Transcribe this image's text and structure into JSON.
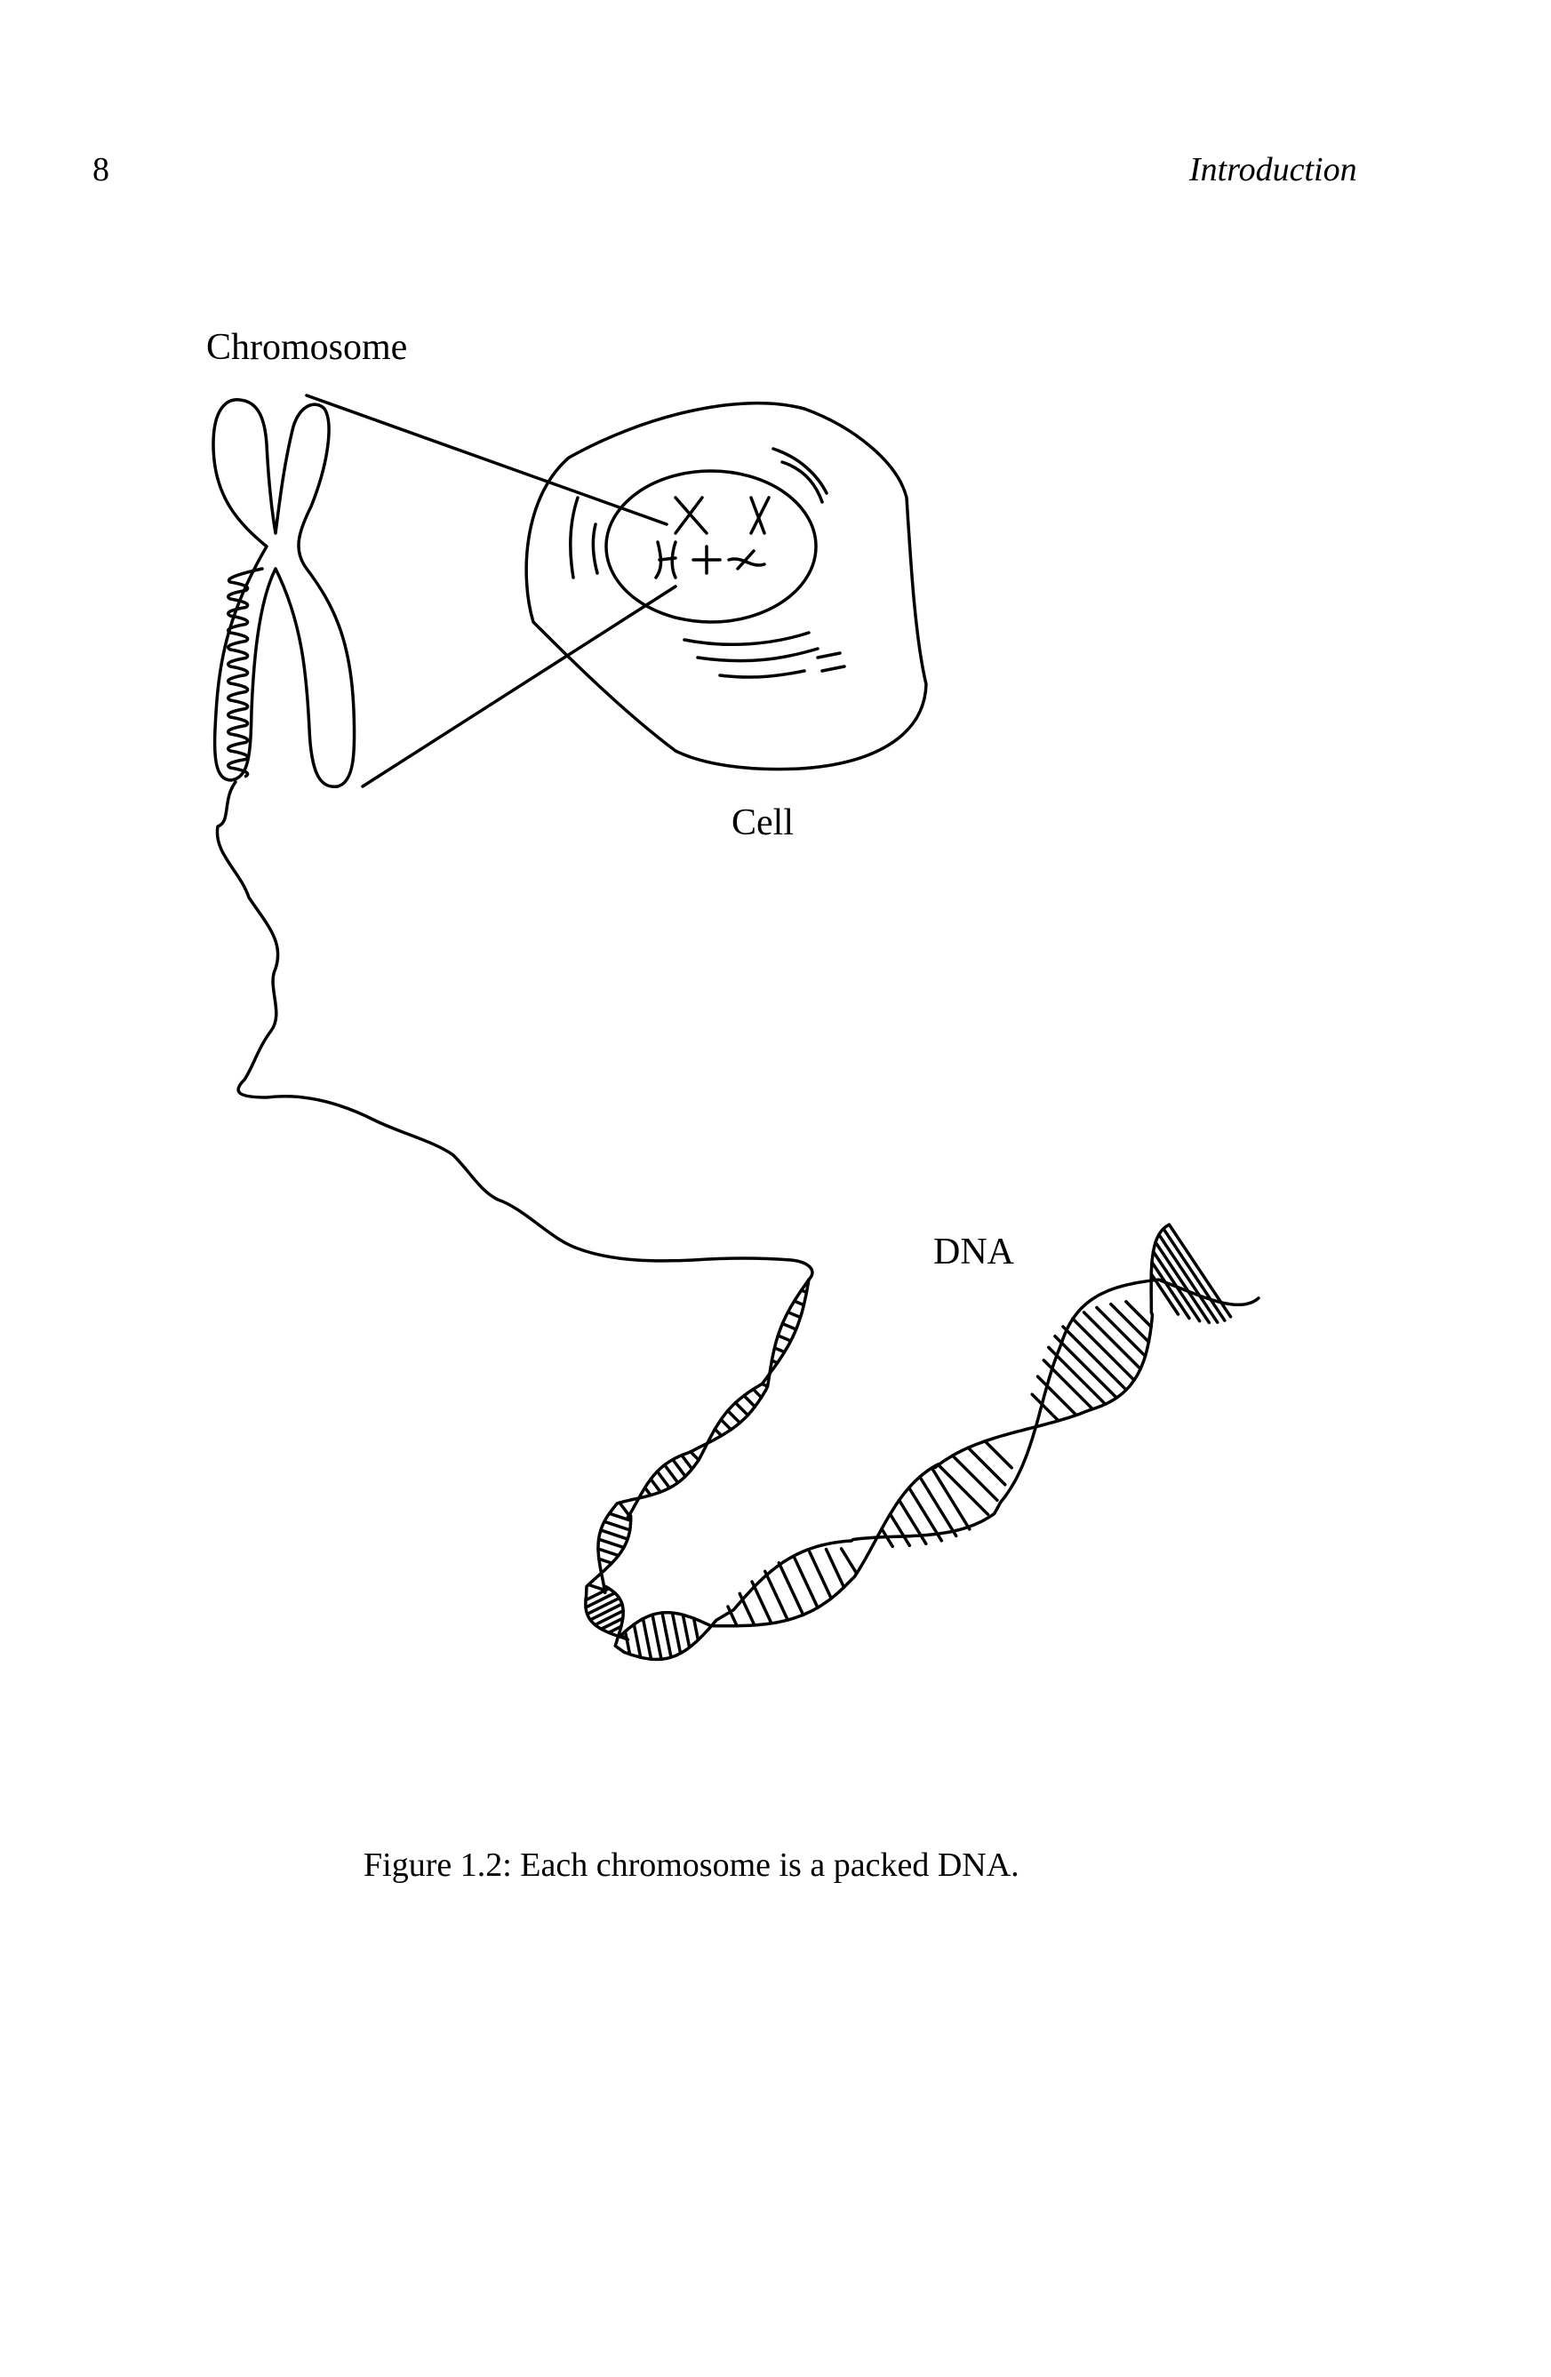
{
  "header": {
    "page_number": "8",
    "running_title": "Introduction"
  },
  "figure": {
    "labels": {
      "chromosome": "Chromosome",
      "cell": "Cell",
      "dna": "DNA"
    },
    "caption": "Figure 1.2: Each chromosome is a packed DNA."
  }
}
